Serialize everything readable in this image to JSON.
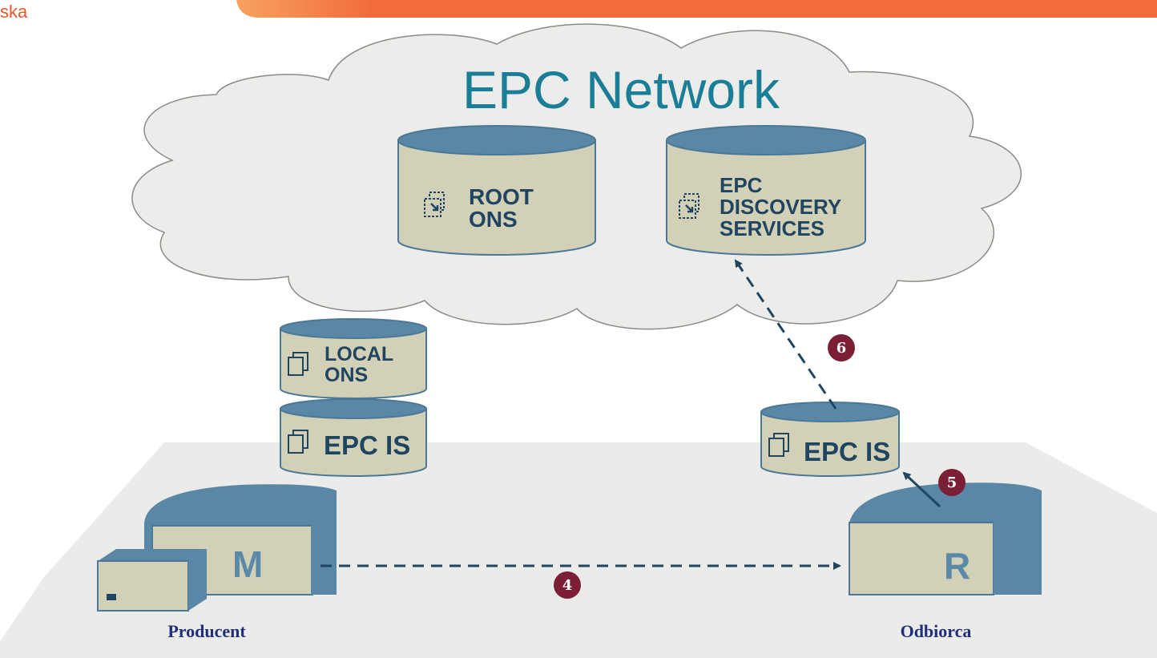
{
  "header": {
    "corner_text": "ska",
    "accent_color": "#f26b3a"
  },
  "cloud": {
    "title": "EPC Network"
  },
  "databases": {
    "root_ons": {
      "line1": "ROOT",
      "line2": "ONS"
    },
    "discovery": {
      "line1": "EPC",
      "line2": "DISCOVERY",
      "line3": "SERVICES"
    },
    "local_ons": {
      "line1": "LOCAL",
      "line2": "ONS"
    },
    "epcis_producer": {
      "line1": "EPC IS"
    },
    "epcis_receiver": {
      "line1": "EPC IS"
    }
  },
  "buildings": {
    "producer": {
      "letter": "M",
      "caption": "Producent"
    },
    "receiver": {
      "letter": "R",
      "caption": "Odbiorca"
    }
  },
  "steps": {
    "step4": "4",
    "step5": "5",
    "step6": "6"
  },
  "colors": {
    "db_top": "#5a87a5",
    "db_body": "#d3d0b8",
    "db_edge": "#4a7896",
    "badge": "#7a1f35",
    "arrow": "#1f4560",
    "cloud_fill": "#ececeb",
    "floor": "#ebebea"
  },
  "icons": [
    "document-copy-icon",
    "document-share-icon"
  ]
}
